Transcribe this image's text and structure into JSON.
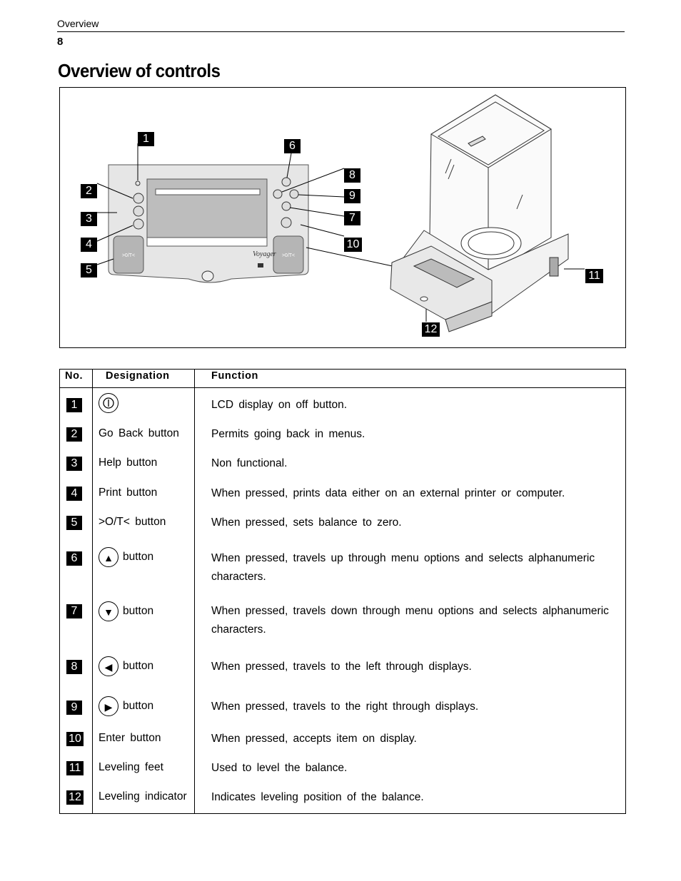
{
  "header": {
    "section": "Overview",
    "page_number": "8"
  },
  "title": "Overview of controls",
  "figure": {
    "panel_brand": "Voyager",
    "tare_label": ">0/T<",
    "callouts": [
      "1",
      "2",
      "3",
      "4",
      "5",
      "6",
      "7",
      "8",
      "9",
      "10",
      "11",
      "12"
    ]
  },
  "table": {
    "headers": {
      "no": "No.",
      "designation": "Designation",
      "function": "Function"
    },
    "rows": [
      {
        "no": "1",
        "designation": "",
        "icon": "power-icon",
        "function": "LCD display on off button."
      },
      {
        "no": "2",
        "designation": "Go Back button",
        "function": "Permits going back in menus."
      },
      {
        "no": "3",
        "designation": "Help button",
        "function": "Non functional."
      },
      {
        "no": "4",
        "designation": "Print button",
        "function": "When pressed, prints data either on an external printer or computer."
      },
      {
        "no": "5",
        "designation": ">O/T< button",
        "function": "When pressed, sets balance to zero."
      },
      {
        "no": "6",
        "designation": "button",
        "icon": "arrow-up-icon",
        "function": "When pressed, travels up through menu options and selects alphanumeric characters."
      },
      {
        "no": "7",
        "designation": "button",
        "icon": "arrow-down-icon",
        "function": "When pressed, travels down through menu options and selects alphanumeric characters."
      },
      {
        "no": "8",
        "designation": "button",
        "icon": "arrow-left-icon",
        "function": "When pressed, travels to the left through displays."
      },
      {
        "no": "9",
        "designation": "button",
        "icon": "arrow-right-icon",
        "function": "When pressed, travels to the right through displays."
      },
      {
        "no": "10",
        "designation": "Enter button",
        "function": "When pressed, accepts item on display."
      },
      {
        "no": "11",
        "designation": "Leveling feet",
        "function": "Used to level the balance."
      },
      {
        "no": "12",
        "designation": "Leveling indicator",
        "function": "Indicates leveling position of the balance."
      }
    ]
  }
}
